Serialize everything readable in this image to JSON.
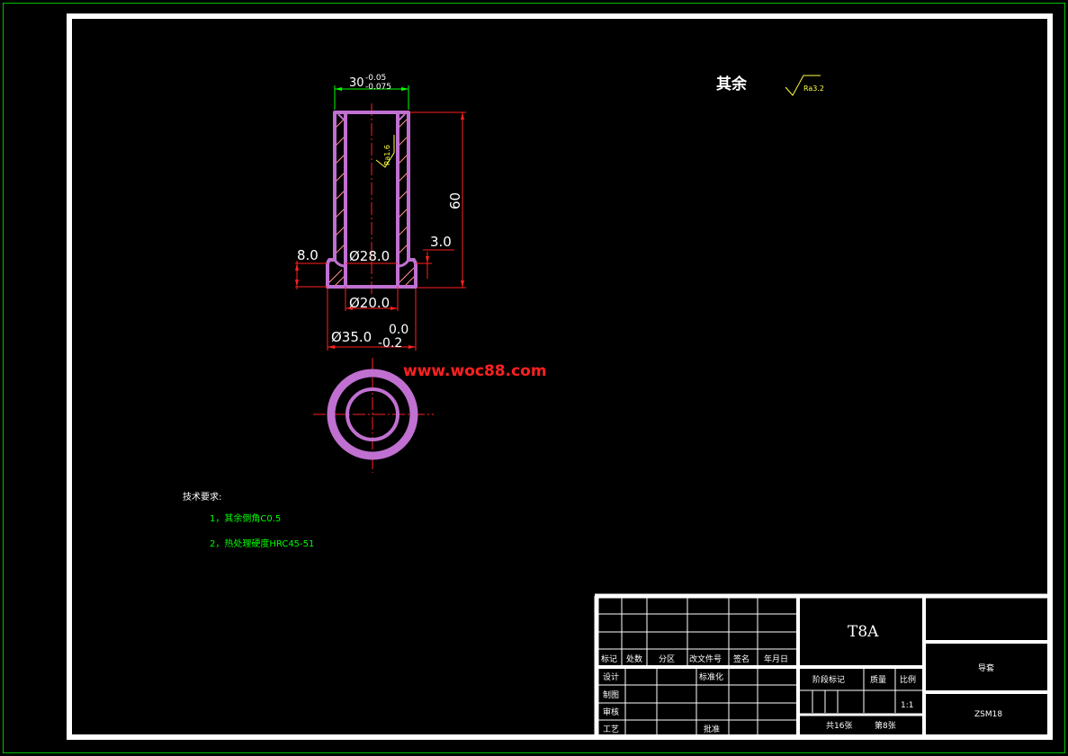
{
  "colors": {
    "frame": "#ffffff",
    "outer_border": "#00c000",
    "part_outline": "#c070d0",
    "dimension": "#ff2020",
    "dimension_text": "#ffffff",
    "hatch": "#ff9090",
    "tolerance_dim": "#00ff00",
    "notes": "#00ff00",
    "surface_symbol": "#ffff40",
    "watermark": "#ff2020"
  },
  "surface_note": {
    "label": "其余",
    "symbol_text": "Ra3.2"
  },
  "inner_surface_symbol": "Ra1.6",
  "dimensions": {
    "top_width_base": "30",
    "top_width_upper_tol": "-0.05",
    "top_width_lower_tol": "-0.075",
    "height": "60",
    "flange_height": "3.0",
    "flange_width": "8.0",
    "inner_dia": "Ø28.0",
    "bore_dia": "Ø20.0",
    "outer_dia": "Ø35.0",
    "outer_dia_upper_tol": "0.0",
    "outer_dia_lower_tol": "-0.2"
  },
  "watermark": "www.woc88.com",
  "tech_requirements": {
    "title": "技术要求:",
    "items": [
      "1，其余倒角C0.5",
      "2，热处理硬度HRC45-51"
    ]
  },
  "title_block": {
    "revision_headers": [
      "标记",
      "处数",
      "分区",
      "改文件号",
      "签名",
      "年月日"
    ],
    "sign_rows": [
      "设计",
      "制图",
      "审核",
      "工艺"
    ],
    "standardization_label": "标准化",
    "approve_label": "批准",
    "material": "T8A",
    "stage_label": "阶段标记",
    "weight_label": "质量",
    "scale_label": "比例",
    "scale_value": "1:1",
    "sheet_total": "共16张",
    "sheet_number": "第8张",
    "part_name": "导套",
    "drawing_code": "ZSM18"
  }
}
